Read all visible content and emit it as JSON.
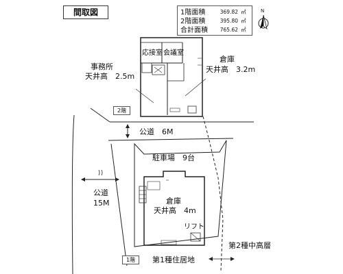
{
  "title": "間取図",
  "area_table": {
    "rows": [
      {
        "label": "1階面積",
        "value": "369.82",
        "unit": "㎡"
      },
      {
        "label": "2階面積",
        "value": "395.80",
        "unit": "㎡"
      },
      {
        "label": "合計面積",
        "value": "765.62",
        "unit": "㎡"
      }
    ]
  },
  "floor2": {
    "tag": "2階",
    "rooms": {
      "reception": "応接室",
      "meeting": "会議室",
      "office_name": "事務所",
      "office_ceiling": "天井高　2.5m",
      "warehouse_name": "倉庫",
      "warehouse_ceiling": "天井高　3.2m"
    }
  },
  "floor1": {
    "tag": "1階",
    "parking": "駐車場　9台",
    "warehouse_name": "倉庫",
    "warehouse_ceiling": "天井高　4m",
    "lift": "リフト"
  },
  "roads": {
    "road_top": "公道　6M",
    "road_left_name": "公道",
    "road_left_width": "15M"
  },
  "zones": {
    "zone_right": "第2種中高層",
    "zone_bottom": "第1種住居地"
  },
  "icons": {
    "north": "north-arrow-icon"
  }
}
